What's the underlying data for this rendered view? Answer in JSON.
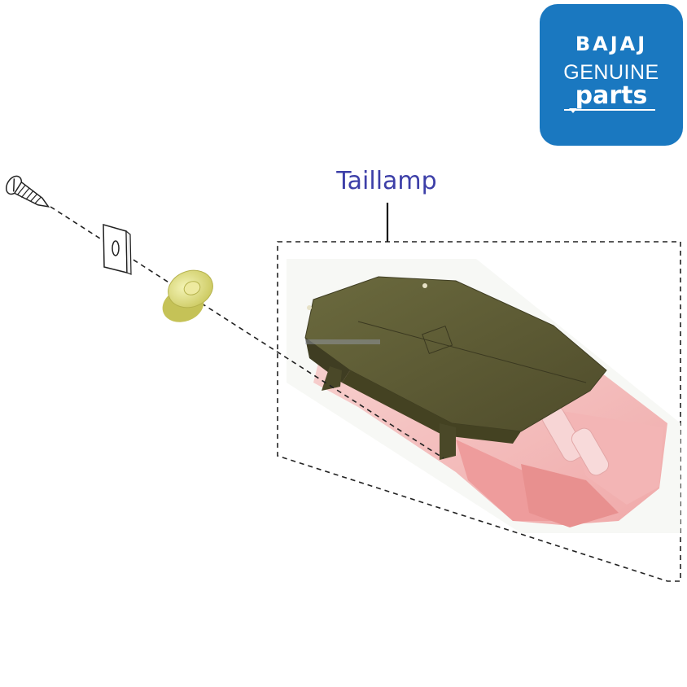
{
  "logo": {
    "brand": "BAJAJ",
    "line2": "GENUINE",
    "line3": "parts",
    "background_color": "#1a78c0"
  },
  "callout": {
    "label": "Taillamp",
    "color": "#3d3fa8"
  },
  "parts": [
    {
      "name": "screw",
      "icon": "screw-icon"
    },
    {
      "name": "clip-nut",
      "icon": "clip-nut-icon"
    },
    {
      "name": "grommet",
      "icon": "grommet-icon"
    },
    {
      "name": "taillamp",
      "icon": "taillamp-icon"
    }
  ],
  "colors": {
    "lamp_base": "#5c5a33",
    "lamp_lens": "#f3c0c0",
    "grommet": "#dede7c"
  }
}
